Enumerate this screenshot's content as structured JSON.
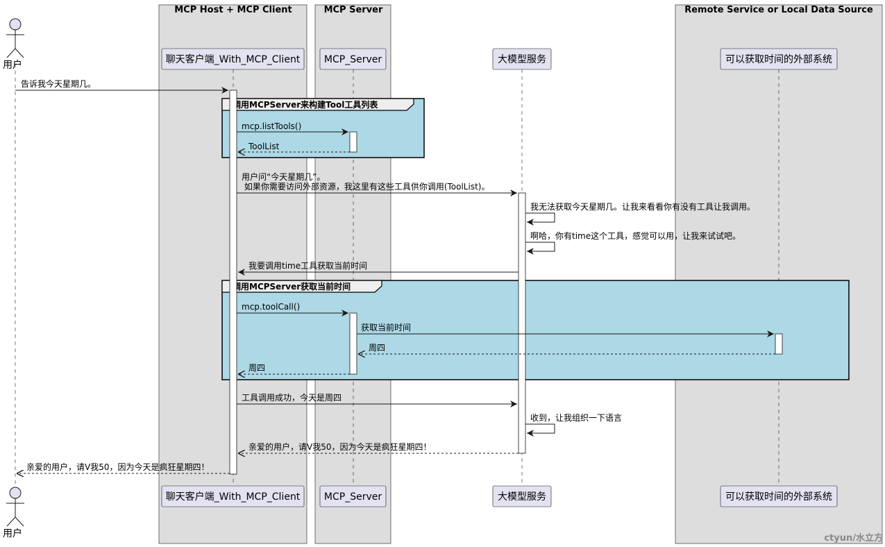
{
  "boxes": [
    {
      "title": "MCP Host + MCP Client"
    },
    {
      "title": "MCP Server"
    },
    {
      "title": "Remote Service or Local Data Source"
    }
  ],
  "participants": {
    "user": "用户",
    "client": "聊天客户端_With_MCP_Client",
    "server": "MCP_Server",
    "llm": "大模型服务",
    "ext": "可以获取时间的外部系统"
  },
  "groups": [
    {
      "label": "调用MCPServer来构建Tool工具列表"
    },
    {
      "label": "调用MCPServer获取当前时间"
    }
  ],
  "messages": [
    {
      "text": "告诉我今天星期几。"
    },
    {
      "text": "mcp.listTools()"
    },
    {
      "text": "ToolList"
    },
    {
      "text": "用户问“今天星期几”。"
    },
    {
      "text": " 如果你需要访问外部资源，我这里有这些工具供你调用(ToolList)。"
    },
    {
      "text": "我无法获取今天星期几。让我来看看你有没有工具让我调用。"
    },
    {
      "text": "啊哈，你有time这个工具，感觉可以用，让我来试试吧。"
    },
    {
      "text": "我要调用time工具获取当前时间"
    },
    {
      "text": "mcp.toolCall()"
    },
    {
      "text": "获取当前时间"
    },
    {
      "text": "周四"
    },
    {
      "text": "周四"
    },
    {
      "text": "工具调用成功，今天是周四"
    },
    {
      "text": "收到，让我组织一下语言"
    },
    {
      "text": "亲爱的用户，请V我50，因为今天是疯狂星期四！"
    },
    {
      "text": "亲爱的用户，请V我50，因为今天是疯狂星期四！"
    }
  ],
  "watermark": "ctyun/水立方",
  "colors": {
    "box_fill": "#dddddd",
    "participant_fill": "#e2e2f0",
    "group_fill": "#add8e6",
    "activation_fill": "#ffffff",
    "line": "#181818"
  }
}
